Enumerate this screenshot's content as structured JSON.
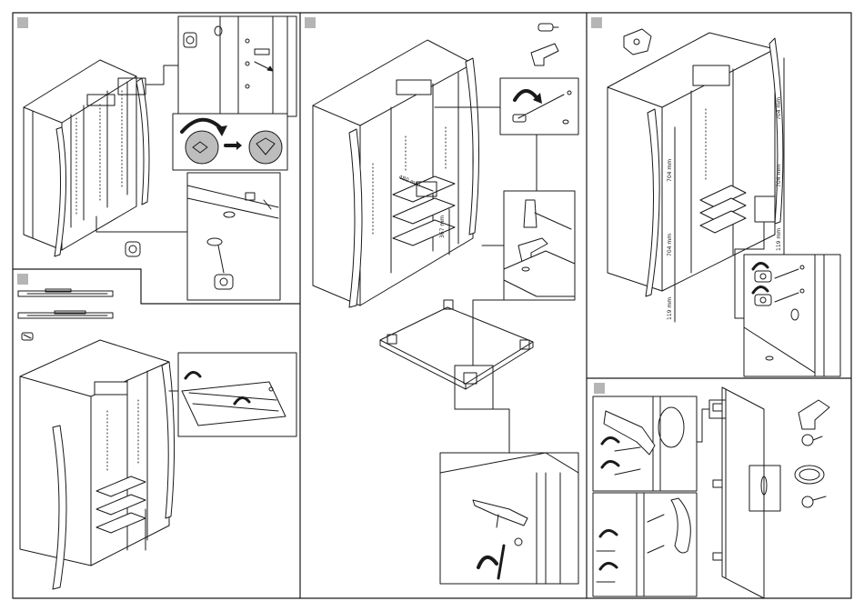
{
  "colors": {
    "line": "#1a1a1a",
    "step_badge": "#b5b5b5",
    "grey_disc": "#bdbdbd",
    "panel_fill": "#ffffff"
  },
  "icons": [
    "rotate-arrow-icon",
    "arrow-right-icon",
    "cam-lock-icon",
    "screw-icon",
    "hinge-icon",
    "hammer-icon"
  ],
  "step2": {
    "dim_left": "480 mm",
    "dim_right": "367 mm"
  },
  "step3": {
    "dim_top_right": "704 mm",
    "dim_mid_right": "704 mm",
    "dim_low_right": "119 mm",
    "dim_top_left": "704 mm",
    "dim_mid_left": "704 mm",
    "dim_low_left": "119 mm"
  }
}
